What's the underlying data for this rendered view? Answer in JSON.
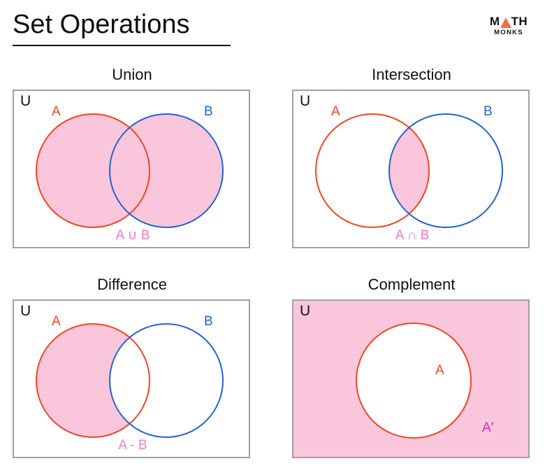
{
  "page": {
    "title": "Set Operations",
    "background_color": "#ffffff"
  },
  "logo": {
    "name": "math-monks-logo",
    "top_left": "M",
    "top_triangle": "A",
    "top_right": "TH",
    "bottom": "MONKS",
    "triangle_color": "#e8744a",
    "text_color": "#111111"
  },
  "colors": {
    "set_a_stroke": "#f4441f",
    "set_b_stroke": "#1f62d8",
    "shade_fill": "#f9c6dc",
    "box_border": "#a0a0a0",
    "result_label": "#f77ac0",
    "complement_label": "#ed27a6"
  },
  "panels": [
    {
      "key": "union",
      "caption": "Union",
      "universe_label": "U",
      "universe_shaded": false,
      "labels": {
        "a": "A",
        "b": "B"
      },
      "result": "A ∪ B",
      "result_symbol": "∪",
      "shaded_region": "both-circles"
    },
    {
      "key": "intersection",
      "caption": "Intersection",
      "universe_label": "U",
      "universe_shaded": false,
      "labels": {
        "a": "A",
        "b": "B"
      },
      "result": "A ∩ B",
      "result_symbol": "∩",
      "shaded_region": "overlap-only"
    },
    {
      "key": "difference",
      "caption": "Difference",
      "universe_label": "U",
      "universe_shaded": false,
      "labels": {
        "a": "A",
        "b": "B"
      },
      "result": "A - B",
      "result_symbol": "-",
      "shaded_region": "a-minus-b"
    },
    {
      "key": "complement",
      "caption": "Complement",
      "universe_label": "U",
      "universe_shaded": true,
      "labels": {
        "a": "A"
      },
      "result": "A'",
      "result_symbol": "'",
      "shaded_region": "outside-a"
    }
  ]
}
